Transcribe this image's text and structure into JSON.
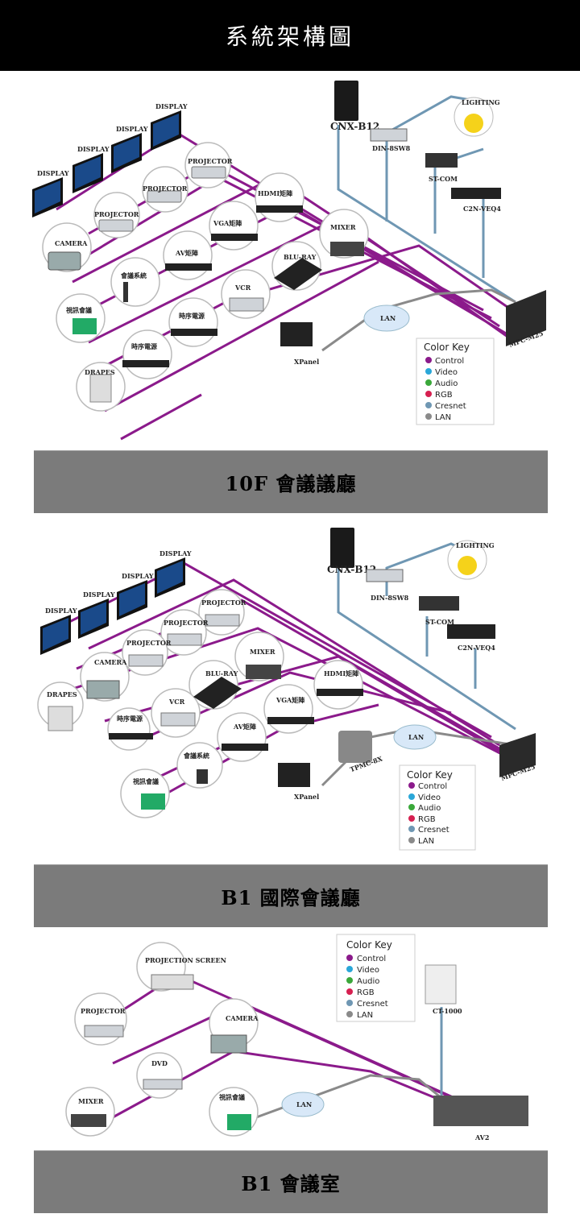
{
  "title": "系統架構圖",
  "colors": {
    "control": "#8b1a8b",
    "video": "#2aa7d8",
    "audio": "#3aa83a",
    "rgb": "#d62050",
    "cresnet": "#6f97b3",
    "lan": "#8a8a8a"
  },
  "color_key": {
    "title": "Color Key",
    "items": [
      "Control",
      "Video",
      "Audio",
      "RGB",
      "Cresnet",
      "LAN"
    ]
  },
  "sections": [
    {
      "banner": "10F 會議議廳",
      "labels": {
        "cnx": "CNX-B12",
        "din": "DIN-8SW8",
        "lighting": "LIGHTING",
        "stcom": "ST-COM",
        "c2n": "C2N-VEQ4",
        "mpc": "MPC-M25",
        "lan": "LAN",
        "xpanel": "XPanel",
        "display": "DISPLAY",
        "projector": "PROJECTOR",
        "camera": "CAMERA",
        "hdmi": "HDMI矩陣",
        "vga": "VGA矩陣",
        "av": "AV矩陣",
        "mixer": "MIXER",
        "bluray": "BLU-RAY",
        "vcr": "VCR",
        "mic": "會議系統",
        "seq": "時序電源",
        "video_conf": "視訊會議",
        "drapes": "DRAPES"
      }
    },
    {
      "banner": "B1 國際會議廳",
      "labels": {
        "cnx": "CNX-B12",
        "din": "DIN-8SW8",
        "lighting": "LIGHTING",
        "stcom": "ST-COM",
        "c2n": "C2N-VEQ4",
        "mpc": "MPC-M25",
        "lan": "LAN",
        "xpanel": "XPanel",
        "tps": "TPMC-8X",
        "display": "DISPLAY",
        "projector": "PROJECTOR",
        "camera": "CAMERA",
        "hdmi": "HDMI矩陣",
        "vga": "VGA矩陣",
        "av": "AV矩陣",
        "mixer": "MIXER",
        "bluray": "BLU-RAY",
        "vcr": "VCR",
        "mic": "會議系統",
        "seq": "時序電源",
        "video_conf": "視訊會議",
        "drapes": "DRAPES"
      }
    },
    {
      "banner": "B1 會議室",
      "labels": {
        "screen": "PROJECTION SCREEN",
        "projector": "PROJECTOR",
        "camera": "CAMERA",
        "dvd": "DVD",
        "mixer": "MIXER",
        "video_conf": "視訊會議",
        "lan": "LAN",
        "ct": "CT-1000",
        "av2": "AV2"
      }
    }
  ]
}
